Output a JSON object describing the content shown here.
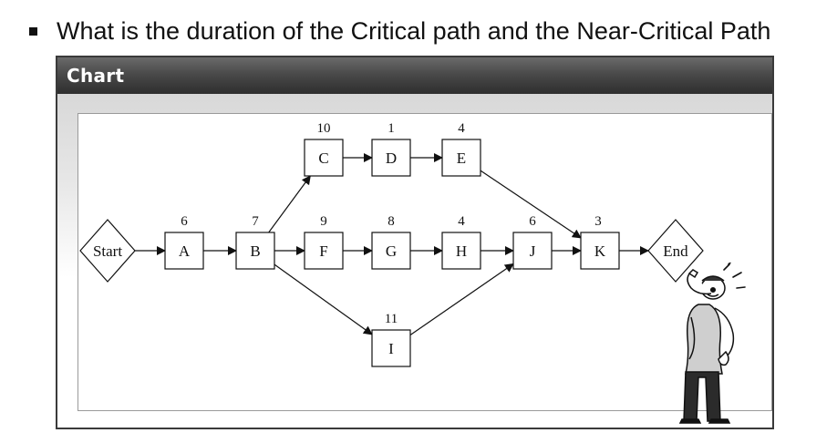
{
  "slide": {
    "question": "What is the duration of the Critical path and the Near-Critical Path"
  },
  "window": {
    "title": "Chart"
  },
  "diagram": {
    "nodes": [
      {
        "id": "start",
        "label": "Start",
        "shape": "diamond",
        "duration": ""
      },
      {
        "id": "A",
        "label": "A",
        "shape": "box",
        "duration": "6"
      },
      {
        "id": "B",
        "label": "B",
        "shape": "box",
        "duration": "7"
      },
      {
        "id": "C",
        "label": "C",
        "shape": "box",
        "duration": "10"
      },
      {
        "id": "D",
        "label": "D",
        "shape": "box",
        "duration": "1"
      },
      {
        "id": "E",
        "label": "E",
        "shape": "box",
        "duration": "4"
      },
      {
        "id": "F",
        "label": "F",
        "shape": "box",
        "duration": "9"
      },
      {
        "id": "G",
        "label": "G",
        "shape": "box",
        "duration": "8"
      },
      {
        "id": "H",
        "label": "H",
        "shape": "box",
        "duration": "4"
      },
      {
        "id": "I",
        "label": "I",
        "shape": "box",
        "duration": "11"
      },
      {
        "id": "J",
        "label": "J",
        "shape": "box",
        "duration": "6"
      },
      {
        "id": "K",
        "label": "K",
        "shape": "box",
        "duration": "3"
      },
      {
        "id": "end",
        "label": "End",
        "shape": "diamond",
        "duration": ""
      }
    ],
    "edges": [
      [
        "start",
        "A"
      ],
      [
        "A",
        "B"
      ],
      [
        "B",
        "C"
      ],
      [
        "C",
        "D"
      ],
      [
        "D",
        "E"
      ],
      [
        "E",
        "K"
      ],
      [
        "B",
        "F"
      ],
      [
        "F",
        "G"
      ],
      [
        "G",
        "H"
      ],
      [
        "H",
        "J"
      ],
      [
        "B",
        "I"
      ],
      [
        "I",
        "J"
      ],
      [
        "J",
        "K"
      ],
      [
        "K",
        "end"
      ]
    ]
  },
  "illustration": {
    "icon": "thinking-man-cartoon"
  }
}
